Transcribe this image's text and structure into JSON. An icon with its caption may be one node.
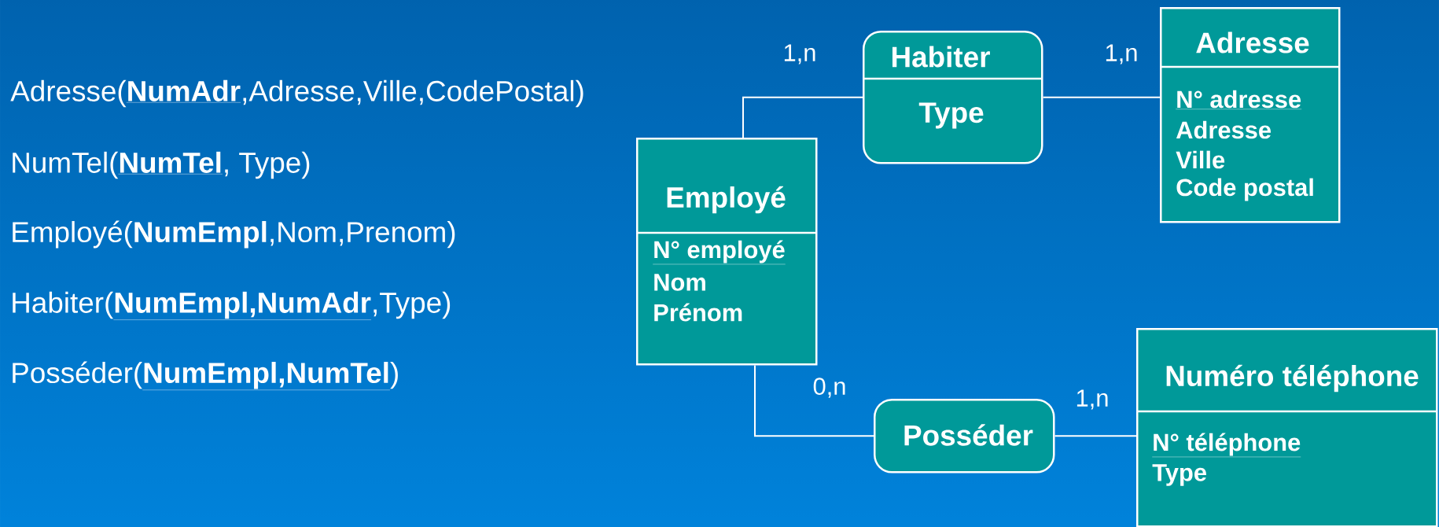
{
  "diagram": {
    "nodes": [
      {
        "text": [
          "Habiter",
          "Type"
        ]
      },
      {
        "text": [
          "Adresse",
          "N° adresse",
          "Adresse",
          "Ville",
          "Code postal"
        ]
      },
      {
        "text": [
          "Employé",
          "N° employé",
          "Nom",
          "Prénom"
        ]
      },
      {
        "text": [
          "Posséder"
        ]
      },
      {
        "text": [
          "Numéro téléphone",
          "N° téléphone",
          "Type"
        ]
      }
    ],
    "edges": [
      {
        "from": 2,
        "to": 0,
        "arrow": "none",
        "label": "1,n"
      },
      {
        "from": 0,
        "to": 1,
        "arrow": "none",
        "label": "1,n"
      },
      {
        "from": 2,
        "to": 3,
        "arrow": "none",
        "label": "0,n"
      },
      {
        "from": 3,
        "to": 4,
        "arrow": "none",
        "label": "1,n"
      }
    ],
    "labels": [
      "Adresse(**NumAdr**,Adresse,Ville,CodePostal)",
      "NumTel(**NumTel**, Type)",
      "Employé(**NumEmpl**,Nom,Prenom)",
      "Habiter(**NumEmpl,NumAdr**,Type)",
      "Posséder(**NumEmpl,NumTel**)"
    ]
  }
}
